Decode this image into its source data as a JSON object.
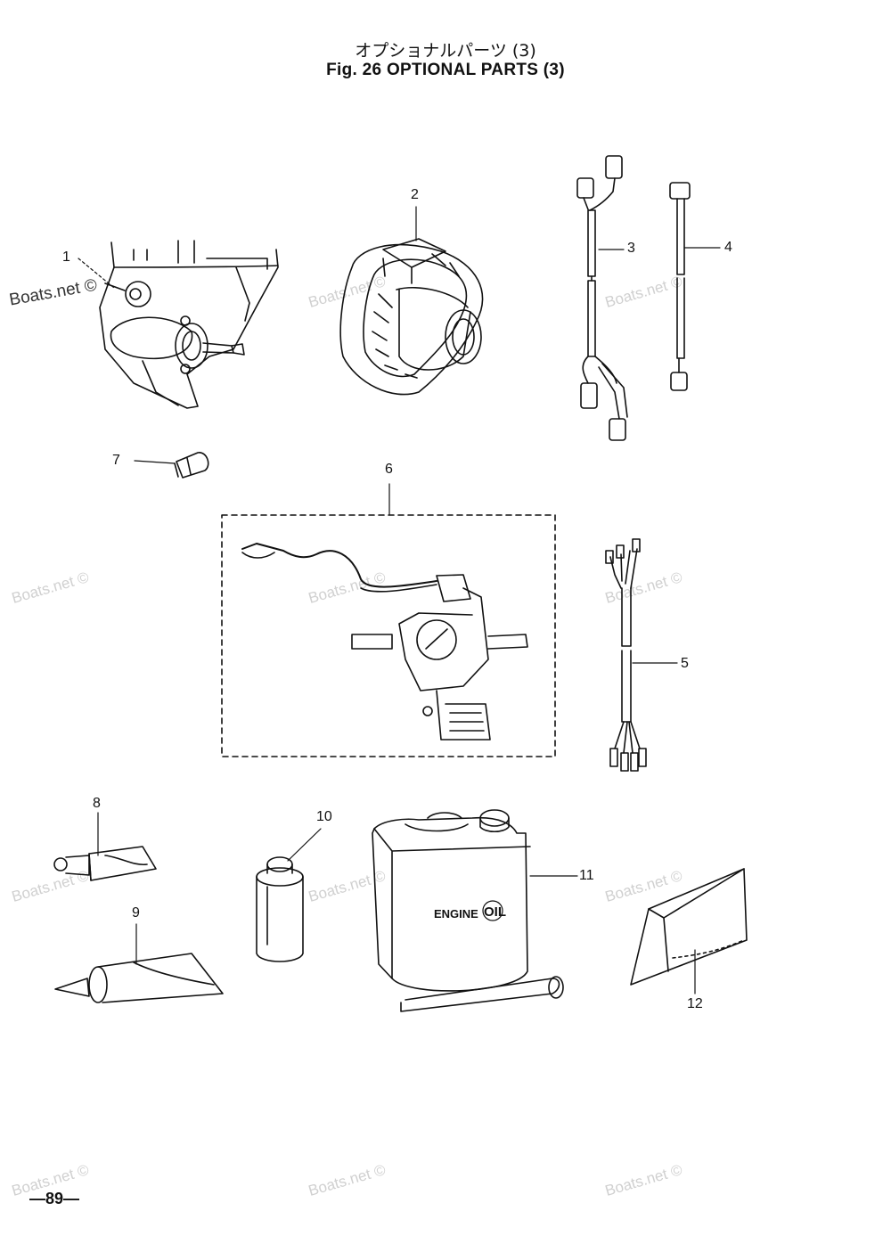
{
  "header": {
    "title_jp": "オプショナルパーツ (3)",
    "title_en": "Fig. 26   OPTIONAL PARTS (3)"
  },
  "callouts": [
    "1",
    "2",
    "3",
    "4",
    "5",
    "6",
    "7",
    "8",
    "9",
    "10",
    "11",
    "12"
  ],
  "product_label": {
    "text_a": "ENGINE",
    "text_b": "OIL"
  },
  "page_number": "—89—",
  "watermark": "Boats.net ©"
}
